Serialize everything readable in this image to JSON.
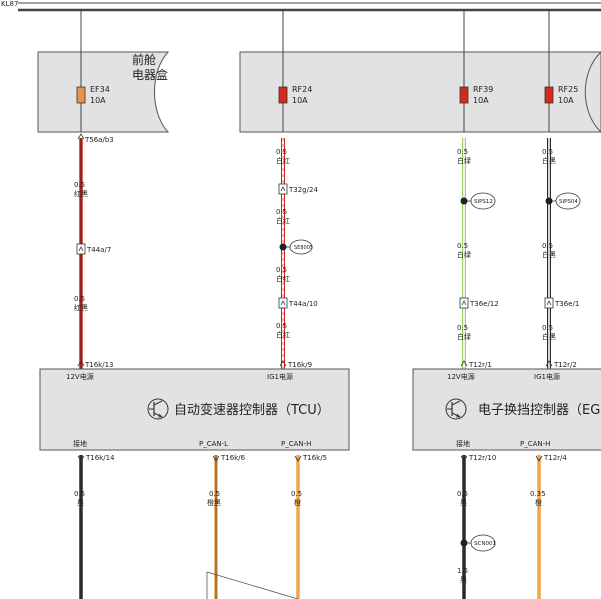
{
  "top_bus": {
    "label": "KL87"
  },
  "front_box": {
    "title_line1": "前舱",
    "title_line2": "电器盒"
  },
  "fuses": [
    {
      "name": "EF34",
      "rating": "10A",
      "color": "#e8944a"
    },
    {
      "name": "RF24",
      "rating": "10A",
      "color": "#d42a1e"
    },
    {
      "name": "RF39",
      "rating": "10A",
      "color": "#d42a1e"
    },
    {
      "name": "RF25",
      "rating": "10A",
      "color": "#d42a1e"
    }
  ],
  "wires": {
    "w1": {
      "top_conn": "T56a/b3",
      "size1": "0.5",
      "color1": "红黑",
      "conn_mid": "T44a/7",
      "size2": "0.5",
      "color2": "红黑",
      "bottom_conn": "T16k/13"
    },
    "w2": {
      "size1": "0.5",
      "color1": "白红",
      "conn1": "T32g/24",
      "size2": "0.5",
      "color2": "白红",
      "splice": "SE8005",
      "size3": "0.5",
      "color3": "白红",
      "conn2": "T44a/10",
      "size4": "0.5",
      "color4": "白红",
      "bottom_conn": "T16k/9"
    },
    "w3": {
      "size1": "0.5",
      "color1": "白绿",
      "splice": "SIPS12",
      "size2": "0.5",
      "color2": "白绿",
      "conn": "T36e/12",
      "size3": "0.5",
      "color3": "白绿",
      "bottom_conn": "T12r/1"
    },
    "w4": {
      "size1": "0.5",
      "color1": "白黑",
      "splice": "SIPS04",
      "size2": "0.5",
      "color2": "白黑",
      "conn": "T36e/1",
      "size3": "0.5",
      "color3": "白黑",
      "bottom_conn": "T12r/2"
    }
  },
  "tcu": {
    "title": "自动变速器控制器（TCU）",
    "pin_12v": "12V电源",
    "pin_ig1": "IG1电源",
    "pin_gnd": "接地",
    "pin_canl": "P_CAN-L",
    "pin_canh": "P_CAN-H",
    "out": {
      "gnd": {
        "conn": "T16k/14",
        "size": "0.5",
        "color": "黑"
      },
      "canl": {
        "conn": "T16k/6",
        "size": "0.5",
        "color": "橙黑"
      },
      "canh": {
        "conn": "T16k/5",
        "size": "0.5",
        "color": "橙"
      }
    }
  },
  "egs": {
    "title": "电子换挡控制器（EGS",
    "pin_12v": "12V电源",
    "pin_ig1": "IG1电源",
    "pin_gnd": "接地",
    "pin_canh": "P_CAN-H",
    "out": {
      "gnd": {
        "conn": "T12r/10",
        "size1": "0.5",
        "color1": "黑",
        "splice": "SCN001",
        "size2": "1.5",
        "color2": "黑"
      },
      "canh": {
        "conn": "T12r/4",
        "size": "0.35",
        "color": "橙"
      }
    }
  },
  "colors": {
    "red": "#c8281c",
    "white": "#ffffff",
    "green": "#9bcf62",
    "black": "#2a2a2a",
    "orange": "#f0a548",
    "box_fill": "#e2e2e2",
    "bus": "#333333"
  }
}
